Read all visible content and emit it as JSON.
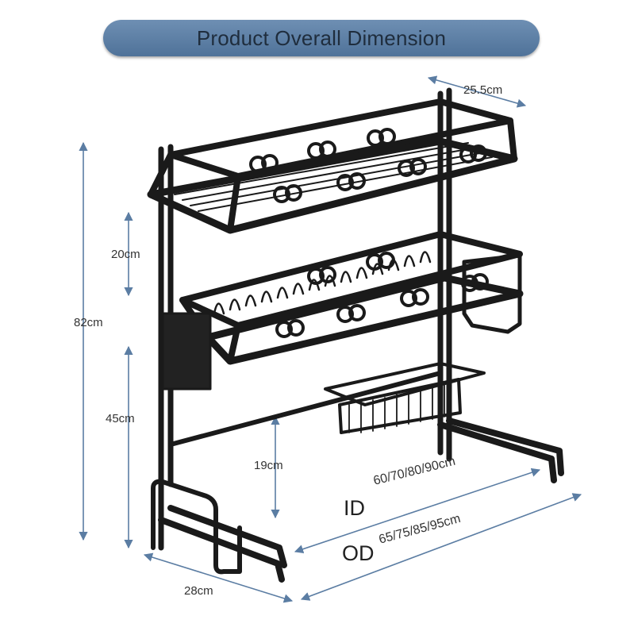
{
  "title": "Product Overall Dimension",
  "dimensions": {
    "depth_top": "25.5cm",
    "height_total": "82cm",
    "tier_gap": "20cm",
    "lower_height": "45cm",
    "clearance": "19cm",
    "depth_base": "28cm",
    "id_prefix": "ID",
    "id_values": "60/70/80/90cm",
    "od_prefix": "OD",
    "od_values": "65/75/85/95cm"
  },
  "colors": {
    "banner": "#5b7da3",
    "rack": "#1a1a1a",
    "arrow": "#5b7da3"
  }
}
